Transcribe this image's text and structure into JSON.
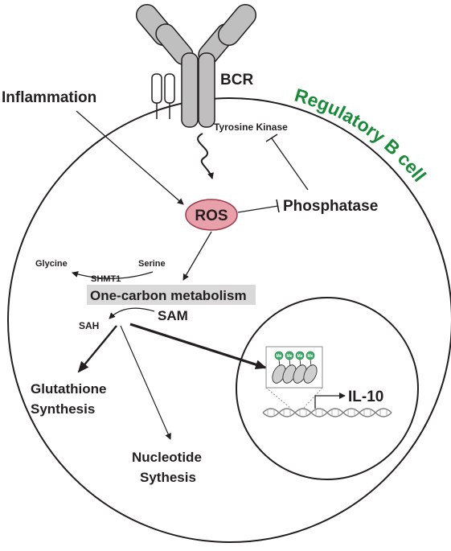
{
  "labels": {
    "bcr": "BCR",
    "inflammation": "Inflammation",
    "cell_name": "Regulatory B cell",
    "tyrosine_kinase": "Tyrosine Kinase",
    "ros": "ROS",
    "phosphatase": "Phosphatase",
    "glycine": "Glycine",
    "serine": "Serine",
    "shmt1": "SHMT1",
    "one_carbon": "One-carbon metabolism",
    "sam": "SAM",
    "sah": "SAH",
    "glutathione_1": "Glutathione",
    "glutathione_2": "Synthesis",
    "nucleotide_1": "Nucleotide",
    "nucleotide_2": "Sythesis",
    "il10": "IL-10",
    "methyl": "Me"
  },
  "colors": {
    "outline": "#231f20",
    "receptor_fill": "#bfbfbf",
    "ros_fill": "#e8a0ab",
    "ros_stroke": "#9c3b4c",
    "cell_label": "#1a8a3a",
    "highlight_box": "#d9d9d9",
    "methyl_fill": "#3dae6a",
    "dna": "#7f7f7f"
  }
}
